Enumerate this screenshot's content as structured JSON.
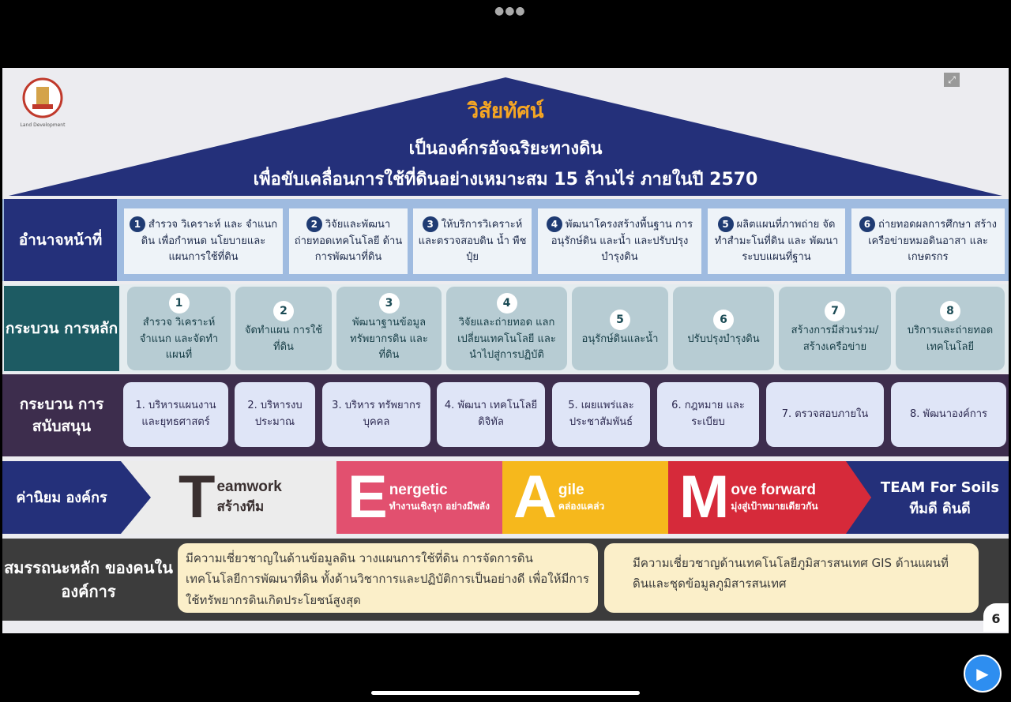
{
  "app": {
    "menu_icon": "more-dots-icon",
    "camera_icon": "video-camera-icon"
  },
  "slide": {
    "logo_text": "Land Development Department",
    "vision": {
      "title": "วิสัยทัศน์",
      "line1": "เป็นองค์กรอัจฉริยะทางดิน",
      "line2": "เพื่อขับเคลื่อนการใช้ที่ดินอย่างเหมาะสม 15 ล้านไร่ ภายในปี 2570"
    },
    "duties": {
      "label": "อำนาจหน้าที่",
      "items": [
        {
          "num": "1",
          "text": "สำรวจ วิเคราะห์ และ จำแนกดิน เพื่อกำหนด นโยบายและแผนการใช้ที่ดิน"
        },
        {
          "num": "2",
          "text": "วิจัยและพัฒนา ถ่ายทอดเทคโนโลยี ด้านการพัฒนาที่ดิน"
        },
        {
          "num": "3",
          "text": "ให้บริการวิเคราะห์ และตรวจสอบดิน น้ำ พืช ปุ๋ย"
        },
        {
          "num": "4",
          "text": "พัฒนาโครงสร้างพื้นฐาน การอนุรักษ์ดิน และน้ำ และปรับปรุงบำรุงดิน"
        },
        {
          "num": "5",
          "text": "ผลิตแผนที่ภาพถ่าย จัดทำสำมะโนที่ดิน และ พัฒนาระบบแผนที่ฐาน"
        },
        {
          "num": "6",
          "text": "ถ่ายทอดผลการศึกษา สร้างเครือข่ายหมอดินอาสา และเกษตรกร"
        }
      ]
    },
    "core": {
      "label": "กระบวน การหลัก",
      "items": [
        {
          "num": "1",
          "text": "สำรวจ วิเคราะห์ จำแนก และจัดทำ แผนที่"
        },
        {
          "num": "2",
          "text": "จัดทำแผน การใช้ที่ดิน"
        },
        {
          "num": "3",
          "text": "พัฒนาฐานข้อมูล ทรัพยากรดิน และที่ดิน"
        },
        {
          "num": "4",
          "text": "วิจัยและถ่ายทอด แลกเปลี่ยนเทคโนโลยี และนำไปสู่การปฏิบัติ"
        },
        {
          "num": "5",
          "text": "อนุรักษ์ดินและน้ำ"
        },
        {
          "num": "6",
          "text": "ปรับปรุงบำรุงดิน"
        },
        {
          "num": "7",
          "text": "สร้างการมีส่วนร่วม/ สร้างเครือข่าย"
        },
        {
          "num": "8",
          "text": "บริการและถ่ายทอด เทคโนโลยี"
        }
      ]
    },
    "support": {
      "label": "กระบวน การสนับสนุน",
      "items": [
        "1. บริหารแผนงาน และยุทธศาสตร์",
        "2. บริหารงบ ประมาณ",
        "3. บริหาร ทรัพยากรบุคคล",
        "4. พัฒนา เทคโนโลยีดิจิทัล",
        "5. เผยแพร่และ ประชาสัมพันธ์",
        "6. กฎหมาย และระเบียบ",
        "7. ตรวจสอบภายใน",
        "8. พัฒนาองค์การ"
      ]
    },
    "values": {
      "label": "ค่านิยม องค์กร",
      "items": [
        {
          "letter": "T",
          "word": "eamwork",
          "thai": "สร้างทีม",
          "color": "#ececec",
          "text_color": "#3a3030"
        },
        {
          "letter": "E",
          "word": "nergetic",
          "thai": "ทำงานเชิงรุก อย่างมีพลัง",
          "color": "#e2506f",
          "text_color": "#ffffff"
        },
        {
          "letter": "A",
          "word": "gile",
          "thai": "คล่องแคล่ว",
          "color": "#f6b81c",
          "text_color": "#ffffff"
        },
        {
          "letter": "M",
          "word": "ove forward",
          "thai": "มุ่งสู่เป้าหมายเดียวกัน",
          "color": "#d62a3a",
          "text_color": "#ffffff"
        }
      ],
      "team_title": "TEAM For Soils",
      "team_sub": "ทีมดี ดินดี"
    },
    "competency": {
      "label": "สมรรถนะหลัก ของคนในองค์การ",
      "items": [
        "มีความเชี่ยวชาญในด้านข้อมูลดิน วางแผนการใช้ที่ดิน การจัดการดิน เทคโนโลยีการพัฒนาที่ดิน ทั้งด้านวิชาการและปฏิบัติการเป็นอย่างดี เพื่อให้มีการใช้ทรัพยากรดินเกิดประโยชน์สูงสุด",
        "มีความเชี่ยวชาญด้านเทคโนโลยีภูมิสารสนเทศ GIS ด้านแผนที่ดินและชุดข้อมูลภูมิสารสนเทศ"
      ]
    },
    "page_number": "6"
  },
  "colors": {
    "navy": "#24307a",
    "vision_accent": "#f5a623",
    "duties_bg": "#9fbbe0",
    "core_label": "#1d5b63",
    "support_bg": "#3d2d4d",
    "competency_bg": "#3c3c3c"
  }
}
